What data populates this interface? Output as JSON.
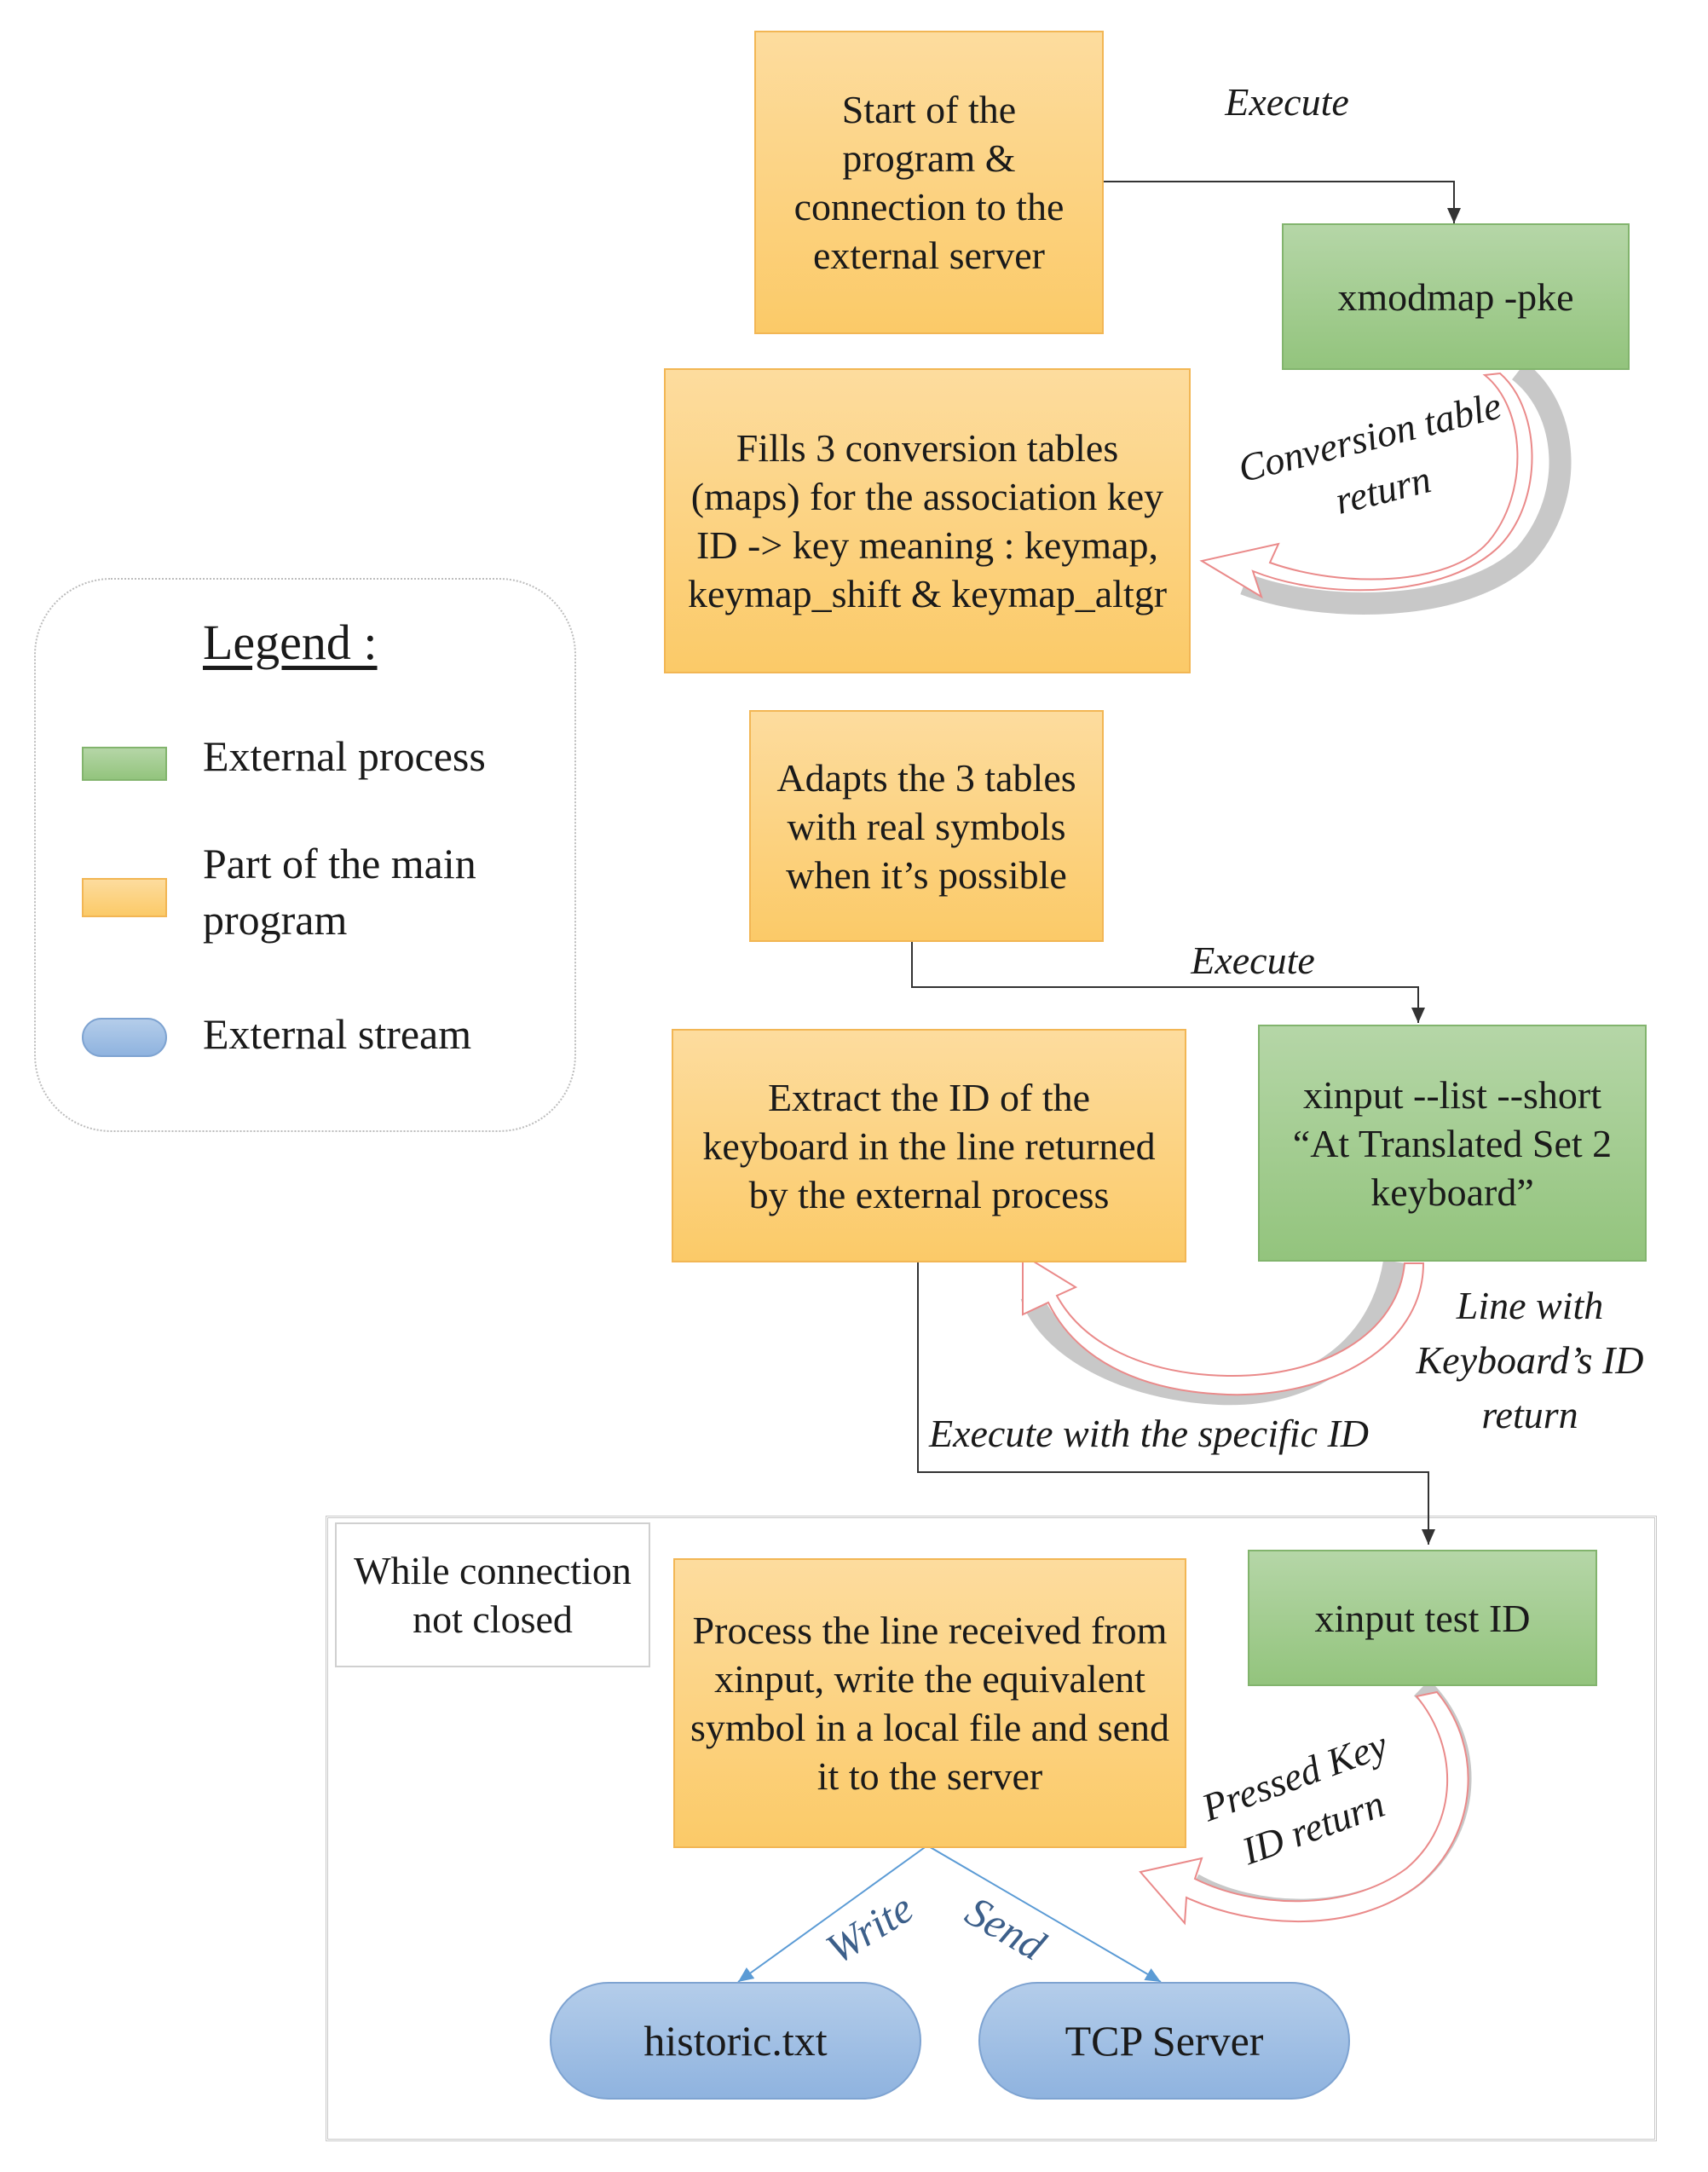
{
  "legend": {
    "title": "Legend :",
    "items": [
      {
        "label": "External process",
        "color": "#93c47d"
      },
      {
        "label": "Part of the main\nprogram",
        "color": "#fbca68"
      },
      {
        "label": "External stream",
        "color": "#8fb3df"
      }
    ]
  },
  "main_program": {
    "start": "Start of the\nprogram &\nconnection to the\nexternal server",
    "fill_tables": "Fills 3 conversion tables\n(maps) for the association key\nID -> key meaning : keymap,\nkeymap_shift & keymap_altgr",
    "adapt_tables": "Adapts the 3 tables\nwith real symbols\nwhen it’s possible",
    "extract_id": "Extract the ID of the\nkeyboard in the line returned\nby the external process",
    "process_line": "Process the line received from\nxinput, write the equivalent\nsymbol in a local file and send\nit to the server"
  },
  "external_processes": {
    "xmodmap": "xmodmap -pke",
    "xinput_list": "xinput --list --short\n“At Translated Set 2\nkeyboard”",
    "xinput_test": "xinput test ID"
  },
  "streams": {
    "historic": "historic.txt",
    "tcp": "TCP Server"
  },
  "edge_labels": {
    "execute_1": "Execute",
    "conversion_return": "Conversion table\nreturn",
    "execute_2": "Execute",
    "line_return": "Line with\nKeyboard’s ID\nreturn",
    "execute_specific": "Execute with the specific ID",
    "pressed_key_return": "Pressed Key\nID return",
    "write": "Write",
    "send": "Send"
  },
  "loop": {
    "label": "While connection\nnot closed"
  }
}
